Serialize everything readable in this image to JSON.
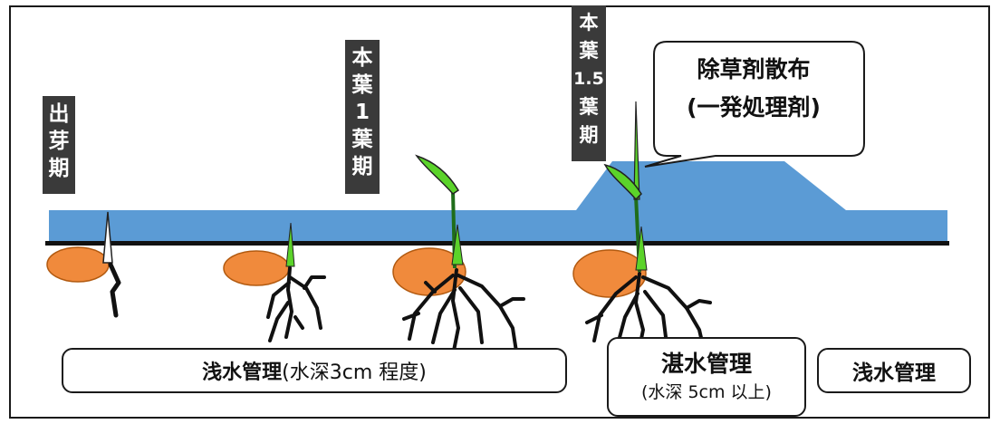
{
  "colors": {
    "water": "#5b9bd5",
    "soil_line": "#111111",
    "seed": "#f08a3c",
    "leaf": "#5bd32a",
    "label_bg": "#3a3a3a"
  },
  "stages": [
    {
      "chars": [
        "出",
        "芽",
        "期"
      ]
    },
    {
      "chars": [
        "本",
        "葉",
        "1",
        "葉",
        "期"
      ]
    },
    {
      "chars": [
        "本",
        "葉",
        "1.5",
        "葉",
        "期"
      ]
    }
  ],
  "callout": {
    "line1": "除草剤散布",
    "line2": "(一発処理剤)"
  },
  "water_management": {
    "shallow_main_bold": "浅水管理",
    "shallow_main_detail": "(水深3cm 程度)",
    "deep_title": "湛水管理",
    "deep_detail": "(水深 5cm 以上)",
    "shallow_end": "浅水管理"
  }
}
